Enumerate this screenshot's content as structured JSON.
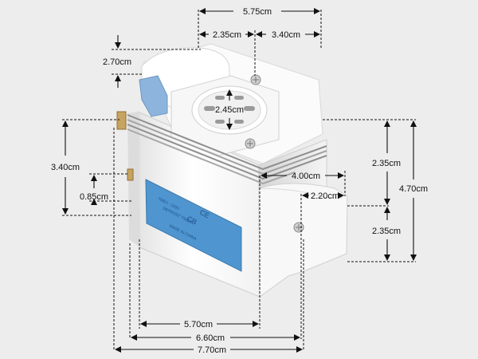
{
  "dimensions": {
    "top_total": "5.75cm",
    "top_left": "2.35cm",
    "top_right": "3.40cm",
    "cap_height": "2.70cm",
    "knob": "2.45cm",
    "left_height": "3.40cm",
    "left_small": "0.85cm",
    "right_upper": "2.35cm",
    "right_lower": "2.35cm",
    "right_total": "4.70cm",
    "foot_width": "4.00cm",
    "foot_inner": "2.20cm",
    "bottom_1": "5.70cm",
    "bottom_2": "6.60cm",
    "bottom_3": "7.70cm"
  },
  "label_text": {
    "ce": "CE",
    "cb": "CB"
  },
  "colors": {
    "background": "#ededed",
    "housing": "#ffffff",
    "label": "#4f95cf",
    "latch": "#8cb4dc",
    "terminal": "#c8a35f"
  }
}
